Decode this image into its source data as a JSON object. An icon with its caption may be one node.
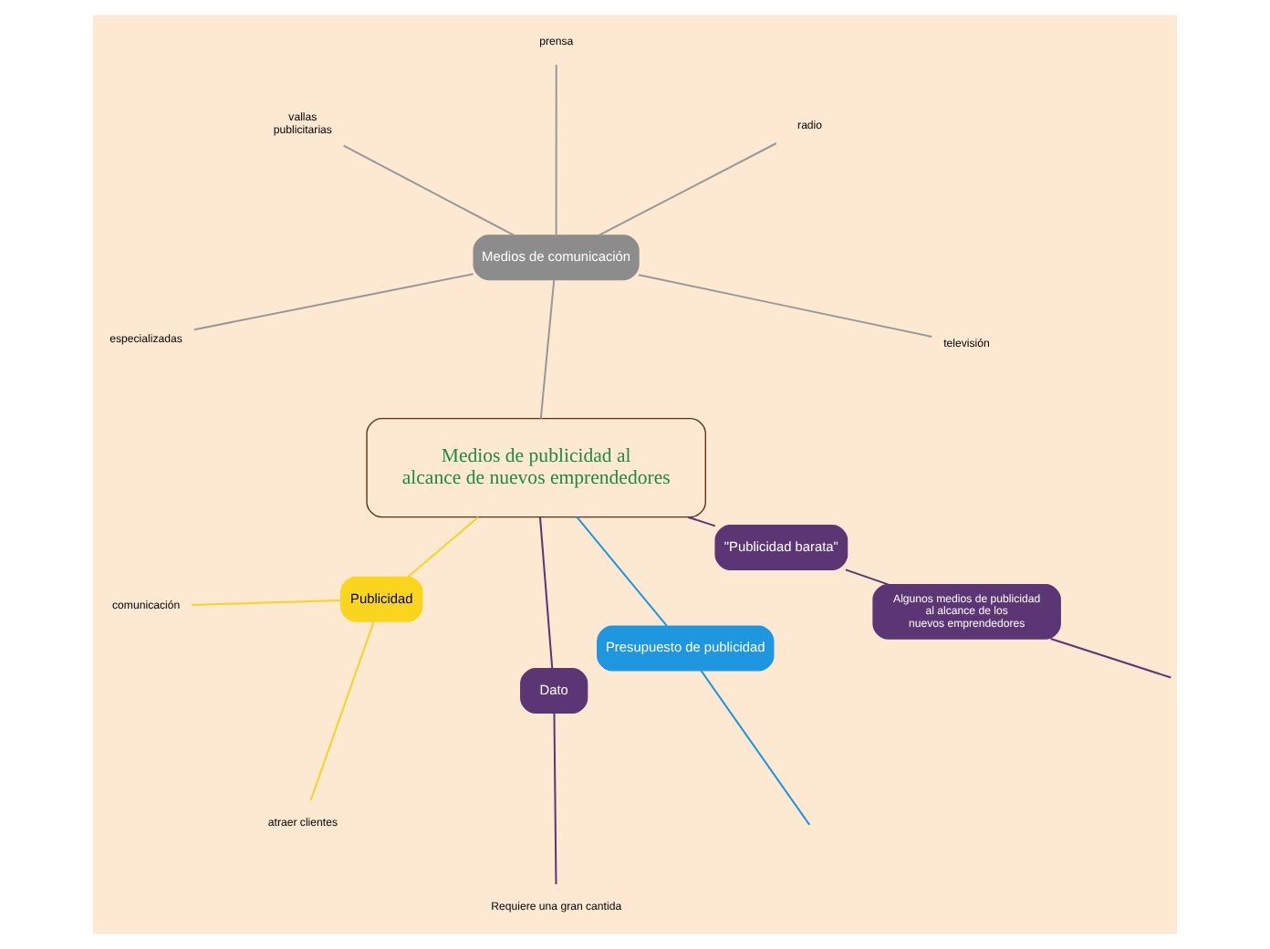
{
  "diagram": {
    "nodes": [
      {
        "text": [
          "Medios de publicidad al alcance de nuevos emprendedores"
        ]
      },
      {
        "text": [
          "Medios de comunicación"
        ]
      },
      {
        "text": [
          "televisión"
        ]
      },
      {
        "text": [
          "radio"
        ]
      },
      {
        "text": [
          "prensa"
        ]
      },
      {
        "text": [
          "vallas publicitarias"
        ]
      },
      {
        "text": [
          "especializadas"
        ]
      },
      {
        "text": [
          "Publicidad"
        ]
      },
      {
        "text": [
          "comunicación"
        ]
      },
      {
        "text": [
          "atraer clientes"
        ]
      },
      {
        "text": [
          "Dato"
        ]
      },
      {
        "text": [
          "Requiere una gran cantida"
        ]
      },
      {
        "text": [
          "Presupuesto de publicidad"
        ]
      },
      {
        "text": [
          "\"Publicidad barata\""
        ]
      },
      {
        "text": [
          "Algunos medios de publicidad al alcance de los nuevos emprendedores"
        ]
      }
    ],
    "edges": [
      {
        "from": 0,
        "to": 1,
        "arrow": "none",
        "color": "#999999"
      },
      {
        "from": 1,
        "to": 2,
        "arrow": "none",
        "color": "#999999"
      },
      {
        "from": 1,
        "to": 3,
        "arrow": "none",
        "color": "#999999"
      },
      {
        "from": 1,
        "to": 4,
        "arrow": "none",
        "color": "#999999"
      },
      {
        "from": 1,
        "to": 5,
        "arrow": "none",
        "color": "#999999"
      },
      {
        "from": 1,
        "to": 6,
        "arrow": "none",
        "color": "#999999"
      },
      {
        "from": 0,
        "to": 7,
        "arrow": "none",
        "color": "#f5d327"
      },
      {
        "from": 7,
        "to": 8,
        "arrow": "none",
        "color": "#f5d327"
      },
      {
        "from": 7,
        "to": 9,
        "arrow": "none",
        "color": "#f5d327"
      },
      {
        "from": 0,
        "to": 10,
        "arrow": "none",
        "color": "#5c3575"
      },
      {
        "from": 10,
        "to": 11,
        "arrow": "none",
        "color": "#5c3575"
      },
      {
        "from": 0,
        "to": 12,
        "arrow": "none",
        "color": "#1e97e0"
      },
      {
        "from": 12,
        "to": null,
        "arrow": "none",
        "color": "#1e97e0"
      },
      {
        "from": 0,
        "to": 13,
        "arrow": "none",
        "color": "#5c3575"
      },
      {
        "from": 13,
        "to": 14,
        "arrow": "none",
        "color": "#5c3575"
      },
      {
        "from": 14,
        "to": null,
        "arrow": "none",
        "color": "#5c3575"
      }
    ]
  }
}
